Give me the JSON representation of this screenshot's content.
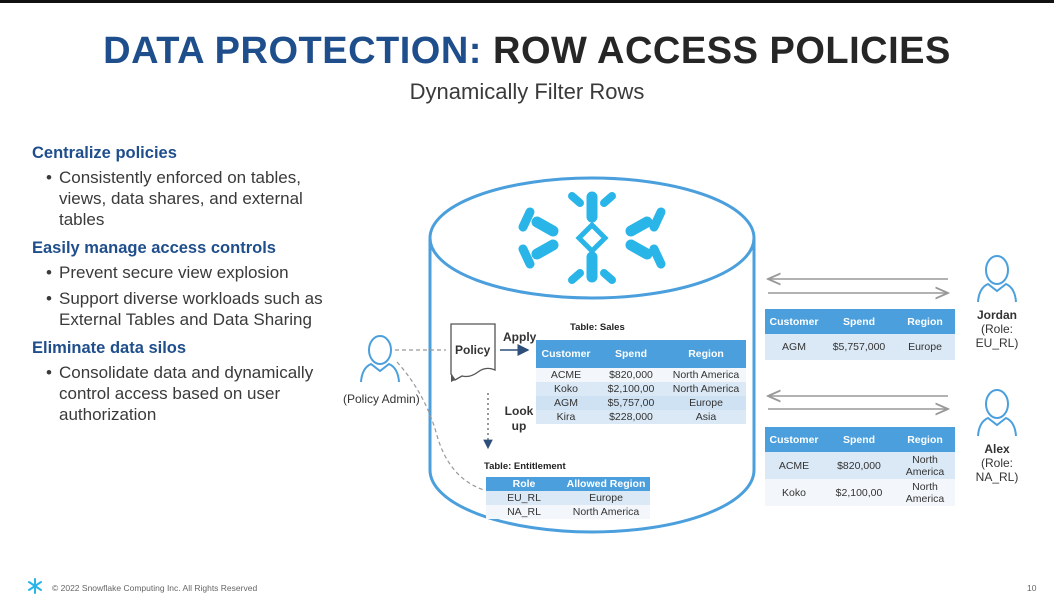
{
  "title": {
    "part1": "DATA PROTECTION:",
    "part2": "ROW ACCESS POLICIES"
  },
  "subtitle": "Dynamically Filter Rows",
  "sections": [
    {
      "heading": "Centralize policies",
      "bullets": [
        "Consistently enforced on tables, views, data shares, and external tables"
      ]
    },
    {
      "heading": "Easily manage access controls",
      "bullets": [
        "Prevent secure view explosion",
        "Support diverse workloads such as External Tables and Data Sharing"
      ]
    },
    {
      "heading": "Eliminate data silos",
      "bullets": [
        "Consolidate data and dynamically control access based on user authorization"
      ]
    }
  ],
  "diagram": {
    "policy_admin_label": "(Policy Admin)",
    "policy_label": "Policy",
    "apply_label": "Apply",
    "lookup_label": "Look up",
    "sales": {
      "title": "Table: Sales",
      "headers": [
        "Customer",
        "Spend",
        "Region"
      ],
      "rows": [
        [
          "ACME",
          "$820,000",
          "North America"
        ],
        [
          "Koko",
          "$2,100,00",
          "North America"
        ],
        [
          "AGM",
          "$5,757,00",
          "Europe"
        ],
        [
          "Kira",
          "$228,000",
          "Asia"
        ]
      ]
    },
    "entitlement": {
      "title": "Table: Entitlement",
      "headers": [
        "Role",
        "Allowed Region"
      ],
      "rows": [
        [
          "EU_RL",
          "Europe"
        ],
        [
          "NA_RL",
          "North America"
        ]
      ]
    },
    "jordan": {
      "name": "Jordan",
      "role": "(Role: EU_RL)",
      "headers": [
        "Customer",
        "Spend",
        "Region"
      ],
      "rows": [
        [
          "AGM",
          "$5,757,000",
          "Europe"
        ]
      ]
    },
    "alex": {
      "name": "Alex",
      "role": "(Role: NA_RL)",
      "headers": [
        "Customer",
        "Spend",
        "Region"
      ],
      "rows": [
        [
          "ACME",
          "$820,000",
          "North America"
        ],
        [
          "Koko",
          "$2,100,00",
          "North America"
        ]
      ]
    }
  },
  "footer": {
    "copyright": "© 2022 Snowflake Computing Inc. All Rights Reserved",
    "page": "10"
  },
  "colors": {
    "navy": "#1f4e8c",
    "blue": "#4a9fdc",
    "snowflake": "#29b5e8",
    "row_alt": "#dbe9f6"
  }
}
